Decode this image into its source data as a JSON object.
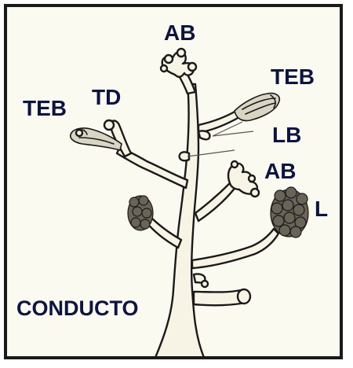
{
  "labels": {
    "ab_top": "AB",
    "teb_right": "TEB",
    "teb_left": "TEB",
    "td": "TD",
    "lb": "LB",
    "ab_mid": "AB",
    "l": "L",
    "conducto": "CONDUCTO"
  },
  "colors": {
    "background": "#fbfaf0",
    "border": "#1a1a1a",
    "label": "#0d1440",
    "tissue_fill": "#f7f4e6",
    "lobule_fill": "#6a6458"
  }
}
